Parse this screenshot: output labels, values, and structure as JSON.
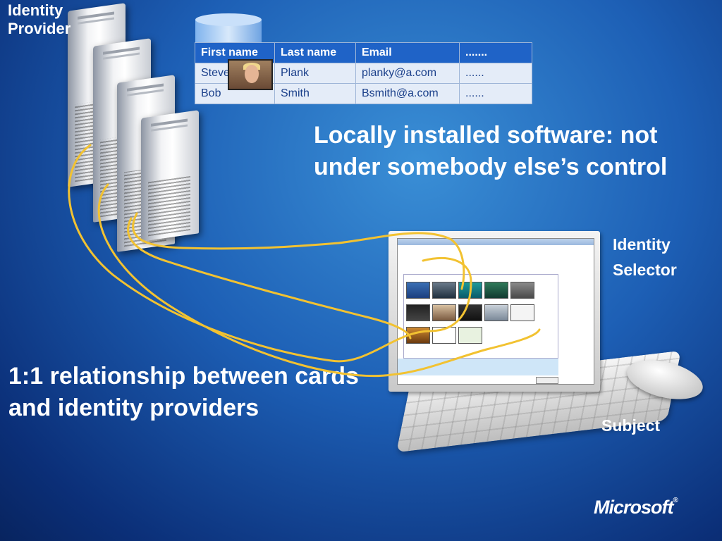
{
  "labels": {
    "identity_provider": "Identity Provider",
    "identity_selector_line1": "Identity",
    "identity_selector_line2": "Selector",
    "subject": "Subject",
    "headline": "Locally installed software: not under somebody else’s control",
    "relationship": "1:1 relationship between cards and identity providers",
    "logo": "Microsoft"
  },
  "table": {
    "headers": [
      "First name",
      "Last name",
      "Email",
      "......."
    ],
    "rows": [
      [
        "Steve",
        "Plank",
        "planky@a.com",
        "......"
      ],
      [
        "Bob",
        "Smith",
        "Bsmith@a.com",
        "......"
      ]
    ]
  },
  "colors": {
    "connector": "#f2c231",
    "header_fill": "#1f63c7",
    "cell_fill": "#e4ecf8"
  }
}
